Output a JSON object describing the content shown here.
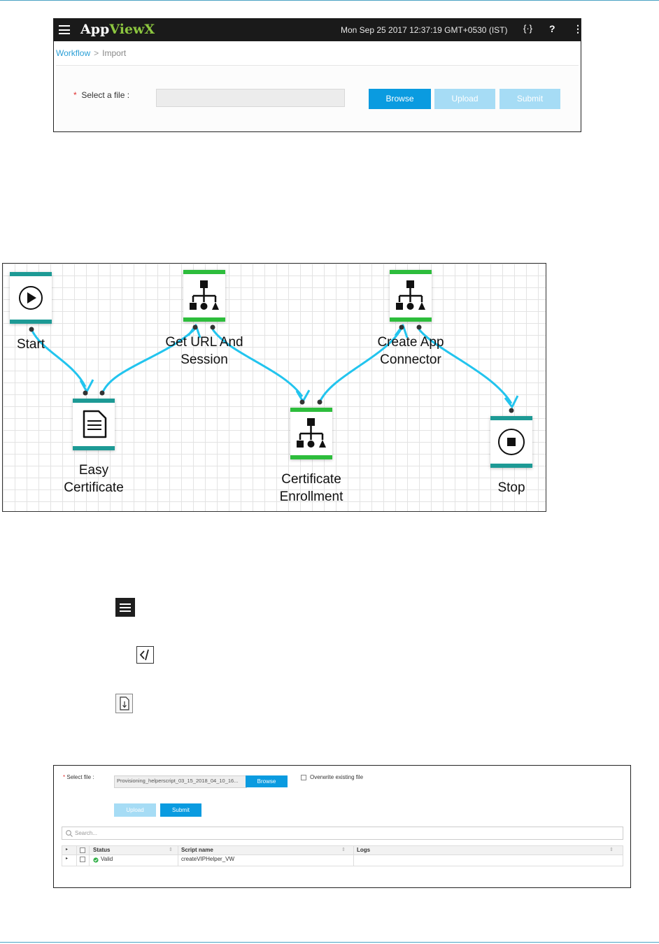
{
  "screenshot_import": {
    "app_name_prefix": "App",
    "app_name_suffix": "ViewX",
    "datetime": "Mon Sep 25 2017 12:37:19 GMT+0530 (IST)",
    "code_icon_glyph": "{·}",
    "help_glyph": "?",
    "more_glyph": "⋮",
    "breadcrumb": {
      "parent": "Workflow",
      "separator": ">",
      "current": "Import"
    },
    "required_mark": "*",
    "select_file_label": "Select a file :",
    "file_value": "",
    "browse_label": "Browse",
    "upload_label": "Upload",
    "submit_label": "Submit",
    "colors": {
      "topbar": "#1a1a1a",
      "accent": "#0a9be0",
      "disabled": "#a6dcf5",
      "brand_green": "#8cc63f"
    }
  },
  "workflow": {
    "nodes": [
      {
        "id": "start",
        "label_line1": "Start",
        "label_line2": "",
        "icon": "play-icon",
        "bar_color": "#1d9a95"
      },
      {
        "id": "get_url",
        "label_line1": "Get URL And",
        "label_line2": "Session",
        "icon": "hierarchy-icon",
        "bar_color": "#2dbd3c"
      },
      {
        "id": "create_app",
        "label_line1": "Create App",
        "label_line2": "Connector",
        "icon": "hierarchy-icon",
        "bar_color": "#2dbd3c"
      },
      {
        "id": "easy_cert",
        "label_line1": "Easy",
        "label_line2": "Certificate",
        "icon": "document-icon",
        "bar_color": "#1d9a95"
      },
      {
        "id": "cert_enroll",
        "label_line1": "Certificate",
        "label_line2": "Enrollment",
        "icon": "hierarchy-icon",
        "bar_color": "#2dbd3c"
      },
      {
        "id": "stop",
        "label_line1": "Stop",
        "label_line2": "",
        "icon": "stop-icon",
        "bar_color": "#1d9a95"
      }
    ],
    "connector_color": "#22c4ee"
  },
  "legend_icons": [
    {
      "name": "hamburger-menu-icon"
    },
    {
      "name": "code-view-icon"
    },
    {
      "name": "file-import-icon"
    }
  ],
  "screenshot_provisioning": {
    "required_mark": "*",
    "select_file_label": "Select file :",
    "file_value": "Provisioning_helperscript_03_15_2018_04_10_16...",
    "browse_label": "Browse",
    "overwrite_label": "Overwrite existing file",
    "upload_label": "Upload",
    "submit_label": "Submit",
    "search_placeholder": "Search...",
    "table": {
      "columns": [
        "Status",
        "Script name",
        "Logs"
      ],
      "rows": [
        {
          "status": "Valid",
          "script_name": "createVIPHelper_VW",
          "logs": ""
        }
      ]
    }
  }
}
